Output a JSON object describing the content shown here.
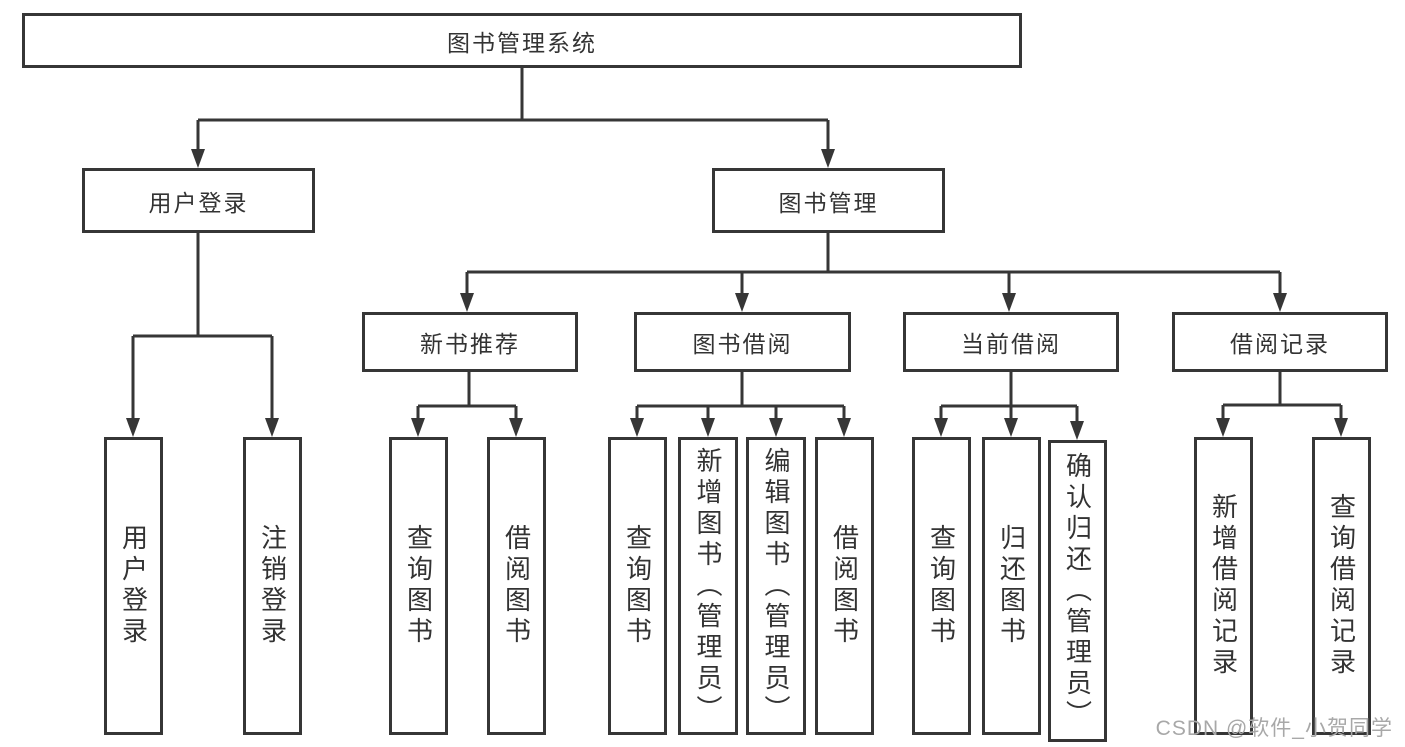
{
  "diagram": {
    "root": "图书管理系统",
    "children": [
      {
        "label": "用户登录",
        "children": [
          {
            "label": "用户登录"
          },
          {
            "label": "注销登录"
          }
        ]
      },
      {
        "label": "图书管理",
        "children": [
          {
            "label": "新书推荐",
            "children": [
              {
                "label": "查询图书"
              },
              {
                "label": "借阅图书"
              }
            ]
          },
          {
            "label": "图书借阅",
            "children": [
              {
                "label": "查询图书"
              },
              {
                "label": "新增图书（管理员）"
              },
              {
                "label": "编辑图书（管理员）"
              },
              {
                "label": "借阅图书"
              }
            ]
          },
          {
            "label": "当前借阅",
            "children": [
              {
                "label": "查询图书"
              },
              {
                "label": "归还图书"
              },
              {
                "label": "确认归还（管理员）"
              }
            ]
          },
          {
            "label": "借阅记录",
            "children": [
              {
                "label": "新增借阅记录"
              },
              {
                "label": "查询借阅记录"
              }
            ]
          }
        ]
      }
    ]
  },
  "watermark": {
    "text": "CSDN @软件_小贺同学",
    "color": "#a8a8a8"
  },
  "colors": {
    "line": "#363636",
    "text": "#333333",
    "background": "#ffffff"
  }
}
